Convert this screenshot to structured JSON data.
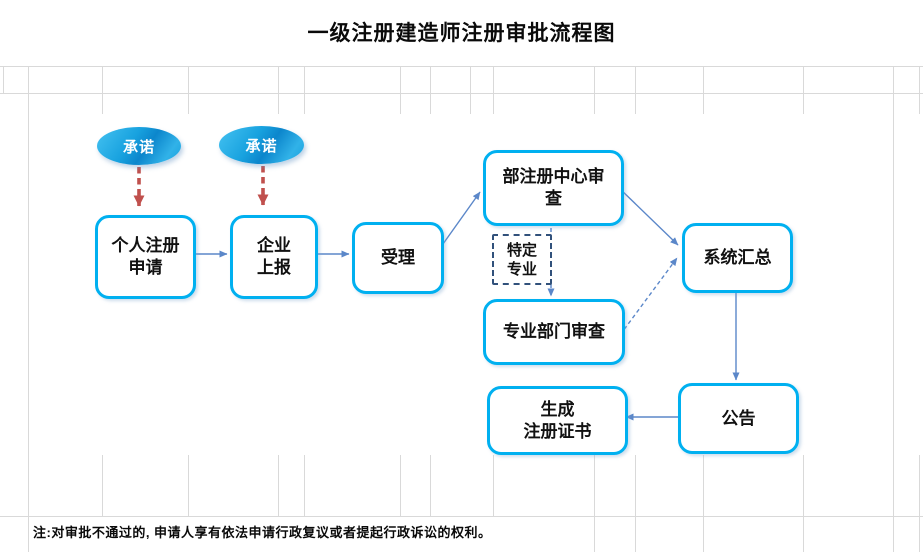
{
  "title": "一级注册建造师注册审批流程图",
  "note": "注:对审批不通过的, 申请人享有依法申请行政复议或者提起行政诉讼的权利。",
  "nodes": {
    "promise_1": {
      "label": "承诺"
    },
    "promise_2": {
      "label": "承诺"
    },
    "personal_apply": {
      "lines": [
        "个人注册",
        "申请"
      ]
    },
    "enterprise_report": {
      "lines": [
        "企业",
        "上报"
      ]
    },
    "accept": {
      "label": "受理"
    },
    "ministry_review": {
      "lines": [
        "部注册中心审",
        "查"
      ]
    },
    "special_major": {
      "lines": [
        "特定",
        "专业"
      ]
    },
    "department_review": {
      "label": "专业部门审查"
    },
    "system_summary": {
      "label": "系统汇总"
    },
    "announcement": {
      "label": "公告"
    },
    "certificate": {
      "lines": [
        "生成",
        "注册证书"
      ]
    }
  },
  "colors": {
    "box_border": "#00B0F0",
    "connector": "#5B87C9",
    "promise_arrow": "#C0504D",
    "special_border": "#31517B",
    "grid_line": "#D9D9D9",
    "ellipse_light": "#45C2F1",
    "ellipse_mid": "#18A2DF",
    "ellipse_dark": "#0C86CC",
    "text": "#111111"
  }
}
